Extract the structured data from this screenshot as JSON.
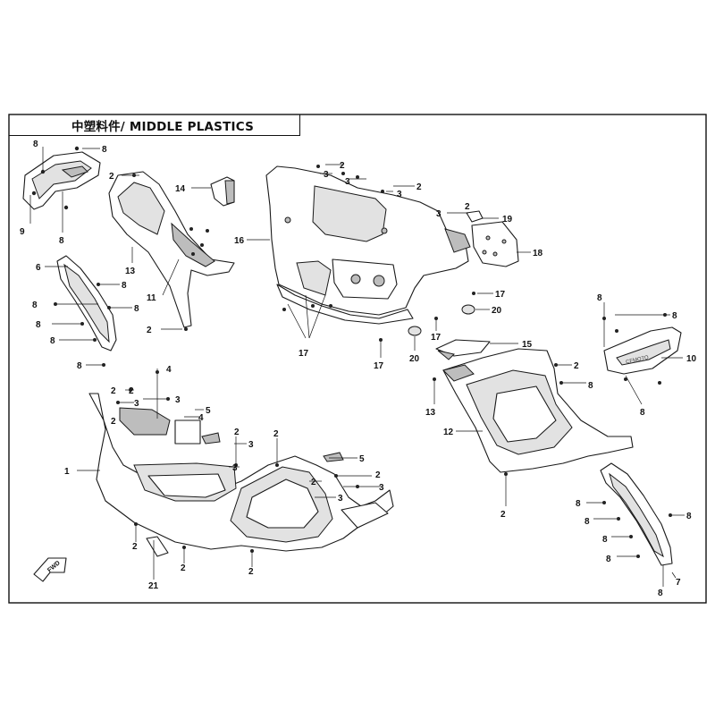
{
  "title": "中塑料件/ MIDDLE PLASTICS",
  "fwd_label": "FWD",
  "callouts": [
    {
      "id": "c8a",
      "label": "8"
    },
    {
      "id": "c8b",
      "label": "8"
    },
    {
      "id": "c9",
      "label": "9"
    },
    {
      "id": "c8c",
      "label": "8"
    },
    {
      "id": "c2a",
      "label": "2"
    },
    {
      "id": "c13a",
      "label": "13"
    },
    {
      "id": "c11",
      "label": "11"
    },
    {
      "id": "c2b",
      "label": "2"
    },
    {
      "id": "c14",
      "label": "14"
    },
    {
      "id": "c6",
      "label": "6"
    },
    {
      "id": "c8d",
      "label": "8"
    },
    {
      "id": "c8e",
      "label": "8"
    },
    {
      "id": "c8f",
      "label": "8"
    },
    {
      "id": "c8g",
      "label": "8"
    },
    {
      "id": "c8h",
      "label": "8"
    },
    {
      "id": "c8i",
      "label": "8"
    },
    {
      "id": "c16",
      "label": "16"
    },
    {
      "id": "c2c",
      "label": "2"
    },
    {
      "id": "c3a",
      "label": "3"
    },
    {
      "id": "c3b",
      "label": "3"
    },
    {
      "id": "c2d",
      "label": "2"
    },
    {
      "id": "c3c",
      "label": "3"
    },
    {
      "id": "c19",
      "label": "19"
    },
    {
      "id": "c18",
      "label": "18"
    },
    {
      "id": "c17a",
      "label": "17"
    },
    {
      "id": "c20a",
      "label": "20"
    },
    {
      "id": "c17b",
      "label": "17"
    },
    {
      "id": "c17c",
      "label": "17"
    },
    {
      "id": "c17d",
      "label": "17"
    },
    {
      "id": "c20b",
      "label": "20"
    },
    {
      "id": "c8j",
      "label": "8"
    },
    {
      "id": "c8k",
      "label": "8"
    },
    {
      "id": "c10",
      "label": "10"
    },
    {
      "id": "c8l",
      "label": "8"
    },
    {
      "id": "c15",
      "label": "15"
    },
    {
      "id": "c2e",
      "label": "2"
    },
    {
      "id": "c8m",
      "label": "8"
    },
    {
      "id": "c13b",
      "label": "13"
    },
    {
      "id": "c12",
      "label": "12"
    },
    {
      "id": "c2f",
      "label": "2"
    },
    {
      "id": "c8n",
      "label": "8"
    },
    {
      "id": "c8o",
      "label": "8"
    },
    {
      "id": "c8p",
      "label": "8"
    },
    {
      "id": "c8q",
      "label": "8"
    },
    {
      "id": "c8r",
      "label": "8"
    },
    {
      "id": "c7",
      "label": "7"
    },
    {
      "id": "c8s",
      "label": "8"
    },
    {
      "id": "c4a",
      "label": "4"
    },
    {
      "id": "c2g",
      "label": "2"
    },
    {
      "id": "c3d",
      "label": "3"
    },
    {
      "id": "c2h",
      "label": "2"
    },
    {
      "id": "c3e",
      "label": "3"
    },
    {
      "id": "c5a",
      "label": "5"
    },
    {
      "id": "c4b",
      "label": "4"
    },
    {
      "id": "c1",
      "label": "1"
    },
    {
      "id": "c2i",
      "label": "2"
    },
    {
      "id": "c2j",
      "label": "2"
    },
    {
      "id": "c3f",
      "label": "3"
    },
    {
      "id": "c2k",
      "label": "2"
    },
    {
      "id": "c5b",
      "label": "5"
    },
    {
      "id": "c2l",
      "label": "2"
    },
    {
      "id": "c3g",
      "label": "3"
    },
    {
      "id": "c2m",
      "label": "2"
    },
    {
      "id": "c3h",
      "label": "3"
    },
    {
      "id": "c2n",
      "label": "2"
    },
    {
      "id": "c2o",
      "label": "2"
    },
    {
      "id": "c21",
      "label": "21"
    },
    {
      "id": "c2p",
      "label": "2"
    }
  ]
}
